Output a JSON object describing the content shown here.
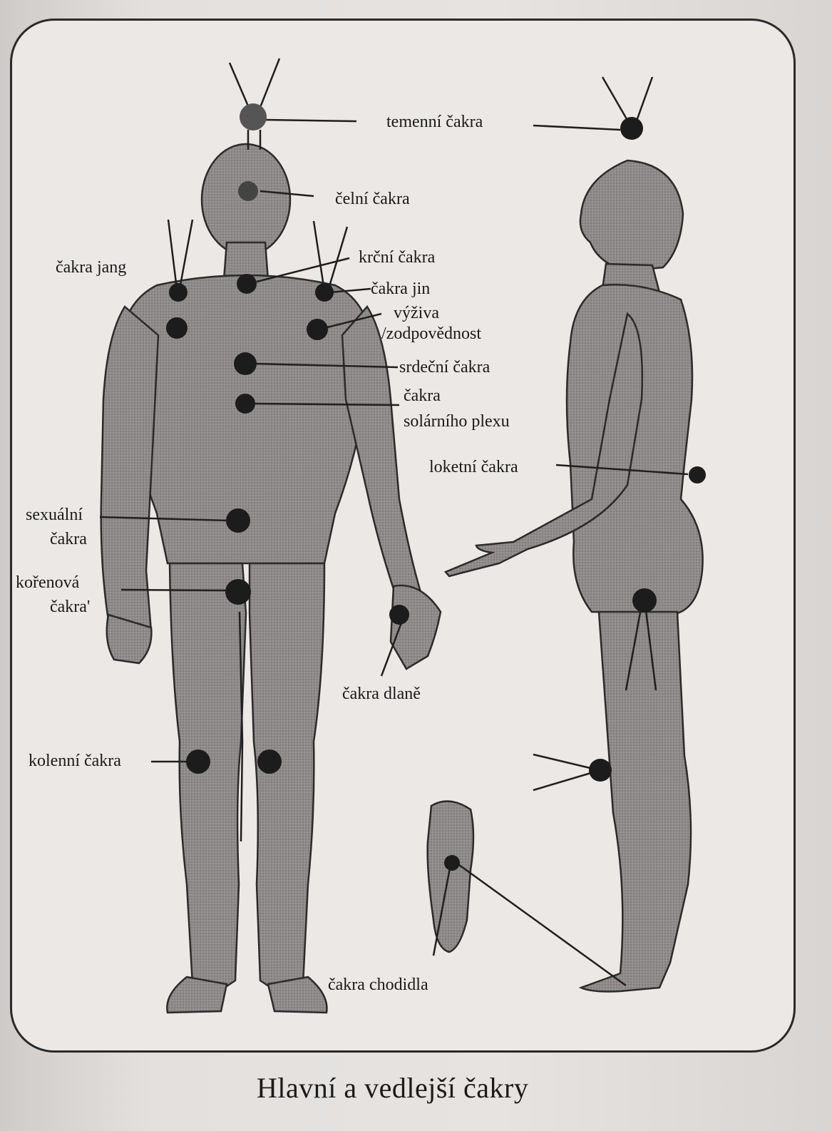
{
  "labels": {
    "crown": "temenní čakra",
    "brow": "čelní čakra",
    "throat": "krční čakra",
    "yang": "čakra jang",
    "yin": "čakra jin",
    "nutrition_line1": "výživa",
    "nutrition_line2": "/zodpovědnost",
    "heart": "srdeční čakra",
    "solar_line1": "čakra",
    "solar_line2": "solárního plexu",
    "elbow": "loketní čakra",
    "sexual_line1": "sexuální",
    "sexual_line2": "čakra",
    "root_line1": "kořenová",
    "root_line2": "čakra'",
    "palm": "čakra dlaně",
    "knee": "kolenní čakra",
    "sole": "čakra chodidla"
  },
  "caption": "Hlavní a vedlejší čakry"
}
